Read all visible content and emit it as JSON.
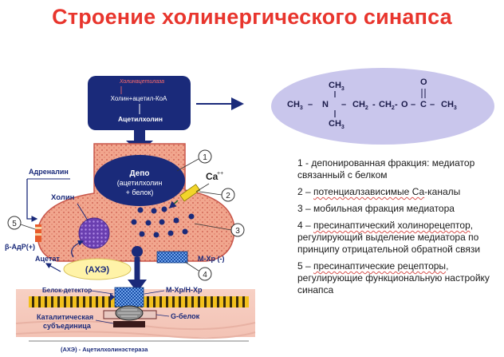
{
  "title": "Строение холинергического синапса",
  "top_box": {
    "enzyme": "Холинацетилаза",
    "reaction": "Холин+ацетил-КоА",
    "product": "Ацетилхолин"
  },
  "depot": {
    "line1": "Депо",
    "line2": "(ацетилхолин",
    "line3": "+ белок)"
  },
  "formula": {
    "top_ch3": "CH",
    "top_sub": "3",
    "o_top": "O",
    "left": "CH",
    "n": "N",
    "chain1": "CH",
    "chain2": "CH",
    "o": "O",
    "c": "C",
    "right": "CH",
    "bottom_ch3": "CH",
    "sub2": "2",
    "sub3": "3"
  },
  "labels": {
    "ca": "Ca",
    "ca_sup": "++",
    "adrenalin": "Адреналин",
    "holin": "Холин",
    "beta": "β-АдР(+)",
    "acetat": "Ацетат",
    "axe": "(АХЭ)",
    "m_minus": "М-Хр (-)",
    "belok_detector": "Белок-детектор",
    "mh": "М-Хр/Н-Хр",
    "catalytic1": "Каталитическая",
    "catalytic2": "субъединица",
    "g_protein": "G-белок",
    "footnote": "(АХЭ) - Ацетилхолинэстераза"
  },
  "numbers": [
    "1",
    "2",
    "3",
    "4",
    "5"
  ],
  "legend": [
    {
      "num": "1 -",
      "text": "депонированная фракция: медиатор связанный с белком",
      "underlined": ""
    },
    {
      "num": "2 –",
      "text": "-каналы",
      "underlined": "потенциалзависимые Са"
    },
    {
      "num": "3 –",
      "text": "мобильная фракция медиатора",
      "underlined": ""
    },
    {
      "num": "4 –",
      "text": ", регулирующий выделение медиатора по принципу отрицательной обратной связи",
      "underlined": "пресинаптический холинорецептор"
    },
    {
      "num": "5 –",
      "text": ", регулирующие функциональную настройку синапса",
      "underlined": "пресинаптические рецепторы"
    }
  ],
  "colors": {
    "title": "#e8352d",
    "navy": "#1a2a7a",
    "terminal_fill": "#efa38c",
    "formula_ellipse": "#c9c6ec",
    "axe_fill": "#fff3a8",
    "membrane_yellow": "#f2c01c"
  }
}
